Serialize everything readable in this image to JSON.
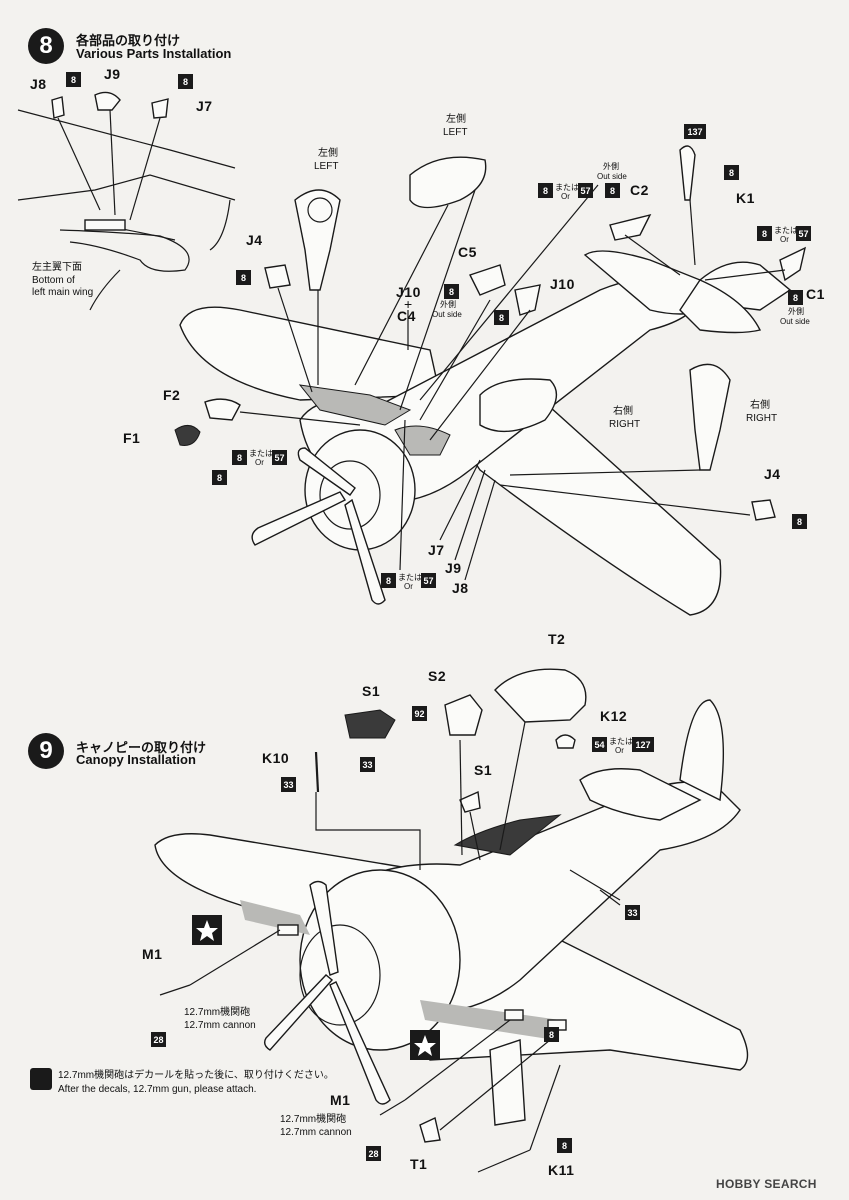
{
  "step8": {
    "number": "8",
    "title_jp": "各部品の取り付け",
    "title_en": "Various Parts Installation",
    "wing_note_jp": "左主翼下面",
    "wing_note_en1": "Bottom of",
    "wing_note_en2": "left main wing",
    "left_jp": "左側",
    "left_en": "LEFT",
    "right_jp": "右側",
    "right_en": "RIGHT",
    "outside_jp": "外側",
    "outside_en": "Out side",
    "outside_en2": "Out side",
    "or_jp": "または",
    "or_en": "Or",
    "parts": {
      "J8_top": "J8",
      "J9_top": "J9",
      "J7_top": "J7",
      "J4_left": "J4",
      "J10_mid": "J10",
      "C4": "C4",
      "C5": "C5",
      "J10_right": "J10",
      "C2": "C2",
      "K1": "K1",
      "C1": "C1",
      "F2": "F2",
      "F1": "F1",
      "J4_right": "J4",
      "J7_bot": "J7",
      "J9_bot": "J9",
      "J8_bot": "J8",
      "plus": "+"
    },
    "paints": {
      "p8_a": "8",
      "p8_b": "8",
      "p8_c": "8",
      "p8_d": "8",
      "p8_e": "8",
      "p8_f": "8",
      "p8_g": "8",
      "p8_h": "8",
      "p8_i": "8",
      "p8_j": "8",
      "p8_k": "8",
      "p8_l": "8",
      "p57_a": "57",
      "p57_b": "57",
      "p57_c": "57",
      "p57_d": "57",
      "p137": "137"
    }
  },
  "step9": {
    "number": "9",
    "title_jp": "キャノピーの取り付け",
    "title_en": "Canopy Installation",
    "gun_jp": "12.7mm機関砲",
    "gun_en": "12.7mm cannon",
    "gun_jp2": "12.7mm機関砲",
    "gun_en2": "12.7mm cannon",
    "or_jp": "または",
    "or_en": "Or",
    "note_jp": "12.7mm機関砲はデカールを貼った後に、取り付けください。",
    "note_en": "After the decals, 12.7mm gun, please attach.",
    "parts": {
      "S1_top": "S1",
      "S2": "S2",
      "T2": "T2",
      "K12": "K12",
      "K10": "K10",
      "S1_mid": "S1",
      "M1_top": "M1",
      "M1_bot": "M1",
      "T1": "T1",
      "K11": "K11"
    },
    "paints": {
      "p92": "92",
      "p33_a": "33",
      "p33_b": "33",
      "p33_c": "33",
      "p54": "54",
      "p127": "127",
      "p28_a": "28",
      "p28_b": "28",
      "p8_a": "8",
      "p8_b": "8"
    }
  },
  "watermark": "HOBBY SEARCH"
}
